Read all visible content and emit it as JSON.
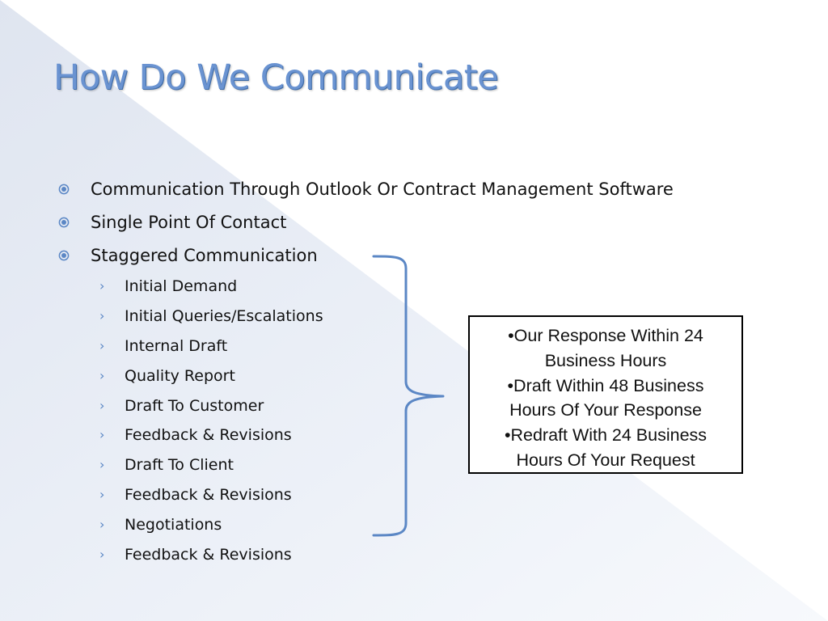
{
  "slide": {
    "title": "How Do We Communicate",
    "bullets": [
      {
        "text": "Communication Through Outlook Or Contract Management Software"
      },
      {
        "text": "Single Point Of Contact"
      },
      {
        "text": "Staggered Communication"
      }
    ],
    "sub_bullets": [
      {
        "text": "Initial Demand"
      },
      {
        "text": "Initial Queries/Escalations"
      },
      {
        "text": "Internal Draft"
      },
      {
        "text": "Quality Report"
      },
      {
        "text": "Draft To Customer"
      },
      {
        "text": "Feedback & Revisions"
      },
      {
        "text": "Draft To Client"
      },
      {
        "text": "Feedback & Revisions"
      },
      {
        "text": "Negotiations"
      },
      {
        "text": "Feedback & Revisions"
      }
    ],
    "sub_bullet_marker": "›",
    "callout": {
      "lines": [
        "•Our Response Within 24",
        "Business Hours",
        "•Draft Within 48 Business",
        "Hours Of Your Response",
        "•Redraft With 24 Business",
        "Hours Of Your Request"
      ]
    },
    "colors": {
      "title": "#6a93d1",
      "accent": "#5b87c5",
      "background_tint": "#e2e8f3"
    },
    "icons": {
      "bullet": "circled-dot-icon",
      "sub_bullet": "chevron-right-icon",
      "brace": "right-curly-brace"
    }
  }
}
